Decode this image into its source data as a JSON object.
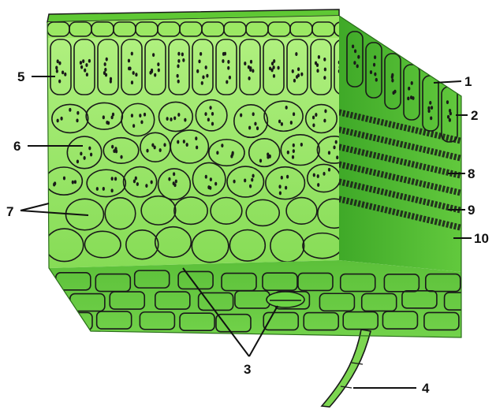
{
  "diagram": {
    "labels": [
      {
        "id": "1",
        "text": "1"
      },
      {
        "id": "2",
        "text": "2"
      },
      {
        "id": "3",
        "text": "3"
      },
      {
        "id": "4",
        "text": "4"
      },
      {
        "id": "5",
        "text": "5"
      },
      {
        "id": "6",
        "text": "6"
      },
      {
        "id": "7",
        "text": "7"
      },
      {
        "id": "8",
        "text": "8"
      },
      {
        "id": "9",
        "text": "9"
      },
      {
        "id": "10",
        "text": "10"
      }
    ],
    "colors": {
      "front_top": "#aef07a",
      "front_bottom": "#8ee25a",
      "top_face": "#6fd13e",
      "side_face": "#4fb82e",
      "underside": "#5cc03a",
      "cell_line": "#1a1a1a"
    }
  }
}
